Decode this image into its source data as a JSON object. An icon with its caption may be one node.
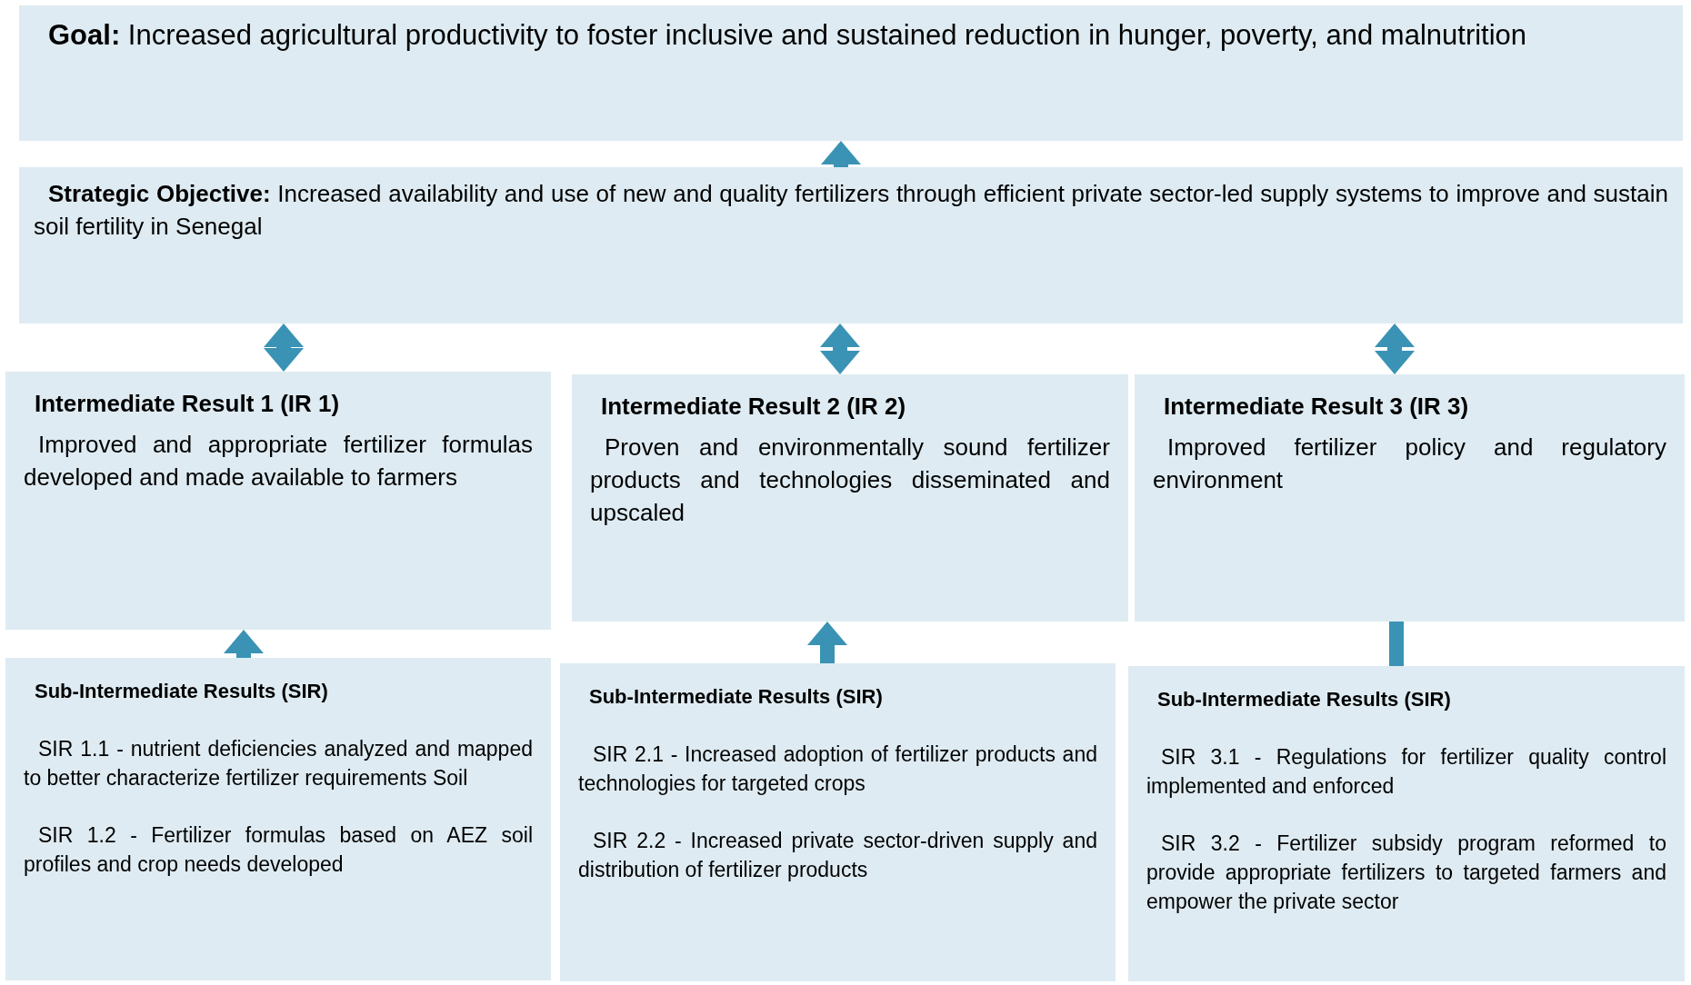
{
  "diagram": {
    "nodes": [
      {
        "text": [
          "**Goal:** Increased agricultural productivity to foster inclusive and sustained reduction in hunger, poverty, and malnutrition"
        ]
      },
      {
        "text": [
          "**Strategic Objective:** Increased availability and use of new and quality fertilizers through efficient private sector-led supply systems to improve and sustain soil fertility in Senegal"
        ]
      },
      {
        "text": [
          "Intermediate Result 1 (IR 1)",
          "Improved and appropriate fertilizer formulas developed and made available to farmers"
        ]
      },
      {
        "text": [
          "Intermediate Result 2 (IR 2)",
          "Proven and environmentally sound fertilizer products and technologies disseminated and upscaled"
        ]
      },
      {
        "text": [
          "Intermediate Result 3 (IR 3)",
          "Improved fertilizer policy and regulatory environment"
        ]
      },
      {
        "text": [
          "Sub-Intermediate Results (SIR)",
          "SIR 1.1 - nutrient deficiencies analyzed and mapped to better characterize fertilizer requirements Soil",
          "SIR 1.2 - Fertilizer formulas based on AEZ soil profiles and crop needs developed"
        ]
      },
      {
        "text": [
          "Sub-Intermediate Results (SIR)",
          "SIR 2.1 - Increased adoption of fertilizer products and technologies for targeted crops",
          "SIR 2.2 - Increased private sector-driven supply and distribution of fertilizer products"
        ]
      },
      {
        "text": [
          "Sub-Intermediate Results (SIR)",
          "SIR 3.1 - Regulations for fertilizer quality control implemented and enforced",
          "SIR 3.2 - Fertilizer subsidy program reformed to provide appropriate fertilizers to targeted farmers and empower the private sector"
        ]
      }
    ],
    "edges": [
      {
        "from": 1,
        "to": 0,
        "arrow": "to"
      },
      {
        "from": 1,
        "to": 2,
        "arrow": "both"
      },
      {
        "from": 1,
        "to": 3,
        "arrow": "both"
      },
      {
        "from": 1,
        "to": 4,
        "arrow": "both"
      },
      {
        "from": 5,
        "to": 2,
        "arrow": "to"
      },
      {
        "from": 6,
        "to": 3,
        "arrow": "to"
      },
      {
        "from": 7,
        "to": 4,
        "arrow": "none"
      }
    ]
  }
}
